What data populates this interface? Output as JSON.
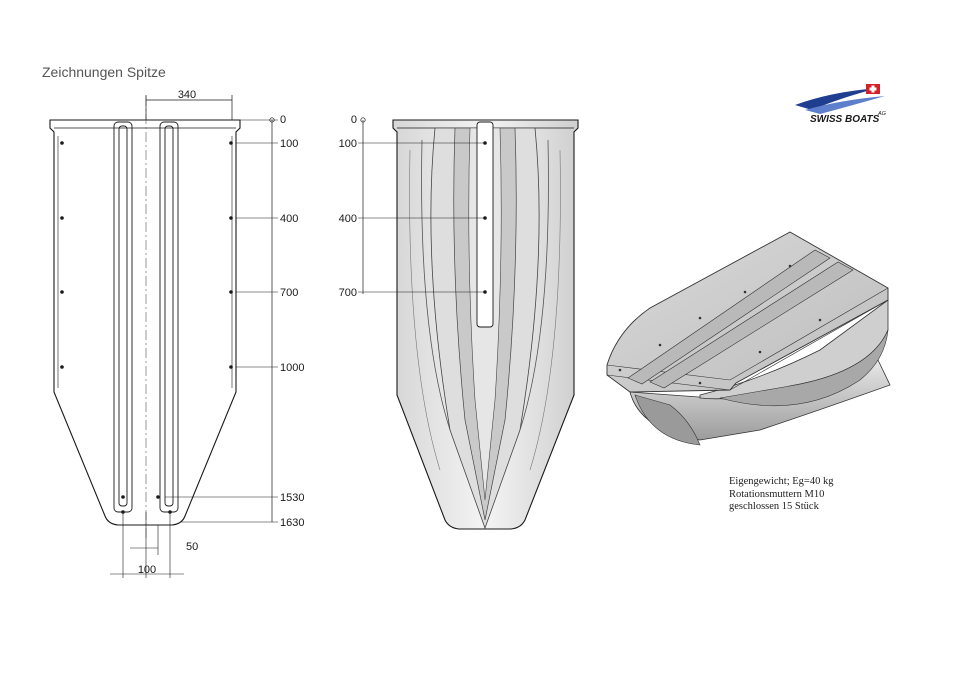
{
  "title": "Zeichnungen Spitze",
  "logo": {
    "text": "SWISS BOATS",
    "suffix": "AG"
  },
  "top_view": {
    "width_label": "340",
    "dimensions": [
      "0",
      "100",
      "400",
      "700",
      "1000",
      "1530",
      "1630"
    ],
    "bottom_labels": {
      "gap": "50",
      "spacing": "100"
    }
  },
  "side_view": {
    "dimensions": [
      "0",
      "100",
      "400",
      "700"
    ]
  },
  "notes": [
    "Eigengewicht; Eg=40 kg",
    "Rotationsmuttern M10",
    "geschlossen 15 Stück"
  ],
  "colors": {
    "line": "#1a1a1a",
    "hull_light": "#e9e9e9",
    "hull_mid": "#c8c8c8",
    "hull_dark": "#9a9a9a",
    "logo_blue": "#1f3e8f",
    "logo_red": "#d3202a"
  }
}
